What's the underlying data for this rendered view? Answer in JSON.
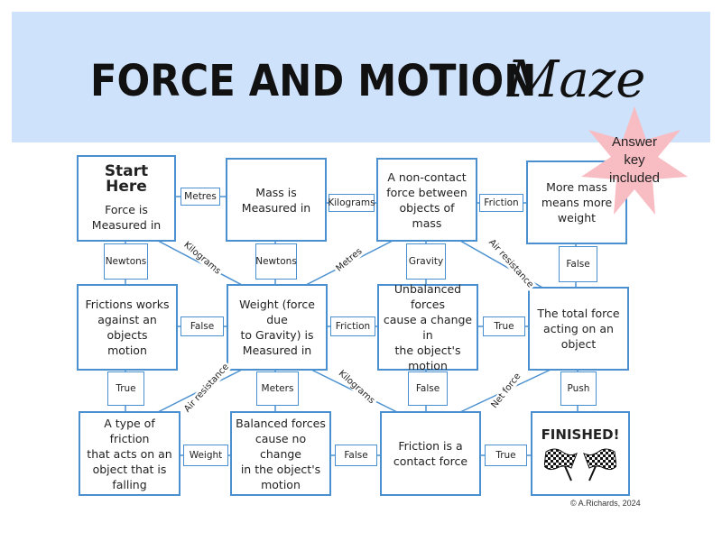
{
  "title": {
    "main": "FORCE AND MOTION",
    "script": "Maze"
  },
  "badge": "Answer\nkey\nincluded",
  "boxes": {
    "start": {
      "head": "Start Here",
      "text": "Force is\nMeasured in"
    },
    "mass": "Mass is\nMeasured in",
    "noncontact": "A non-contact\nforce between\nobjects of\nmass",
    "moremass": "More mass\nmeans more\nweight",
    "friction_works": "Frictions works\nagainst an objects\nmotion",
    "weight": "Weight (force due\nto Gravity) is\nMeasured in",
    "unbalanced": "Unbalanced forces\ncause a change in\nthe object's\nmotion",
    "total": "The total force\nacting on an\nobject",
    "type_friction": "A type of friction\nthat acts on an\nobject that is\nfalling",
    "balanced": "Balanced forces\ncause no change\nin the object's\nmotion",
    "contact": "Friction is a\ncontact force",
    "finish": "FINISHED!"
  },
  "labels": {
    "metres": "Metres",
    "kilograms_top": "Kilograms",
    "friction_top": "Friction",
    "newtons_left": "Newtons",
    "newtons_mid": "Newtons",
    "gravity": "Gravity",
    "false_right": "False",
    "false_left": "False",
    "friction_mid": "Friction",
    "true_mid": "True",
    "true_left": "True",
    "meters": "Meters",
    "false_center": "False",
    "push": "Push",
    "weight": "Weight",
    "false_bottom": "False",
    "true_bottom": "True"
  },
  "diagonals": {
    "kilograms_1": "Kilograms",
    "metres": "Metres",
    "air_resistance_1": "Air resistance",
    "air_resistance_2": "Air resistance",
    "kilograms_2": "Kilograms",
    "net_force": "Net force"
  },
  "copyright": "© A.Richards, 2024",
  "colors": {
    "banner": "#cfe2fb",
    "border": "#4a90d0",
    "badge": "#f8bcc3"
  }
}
